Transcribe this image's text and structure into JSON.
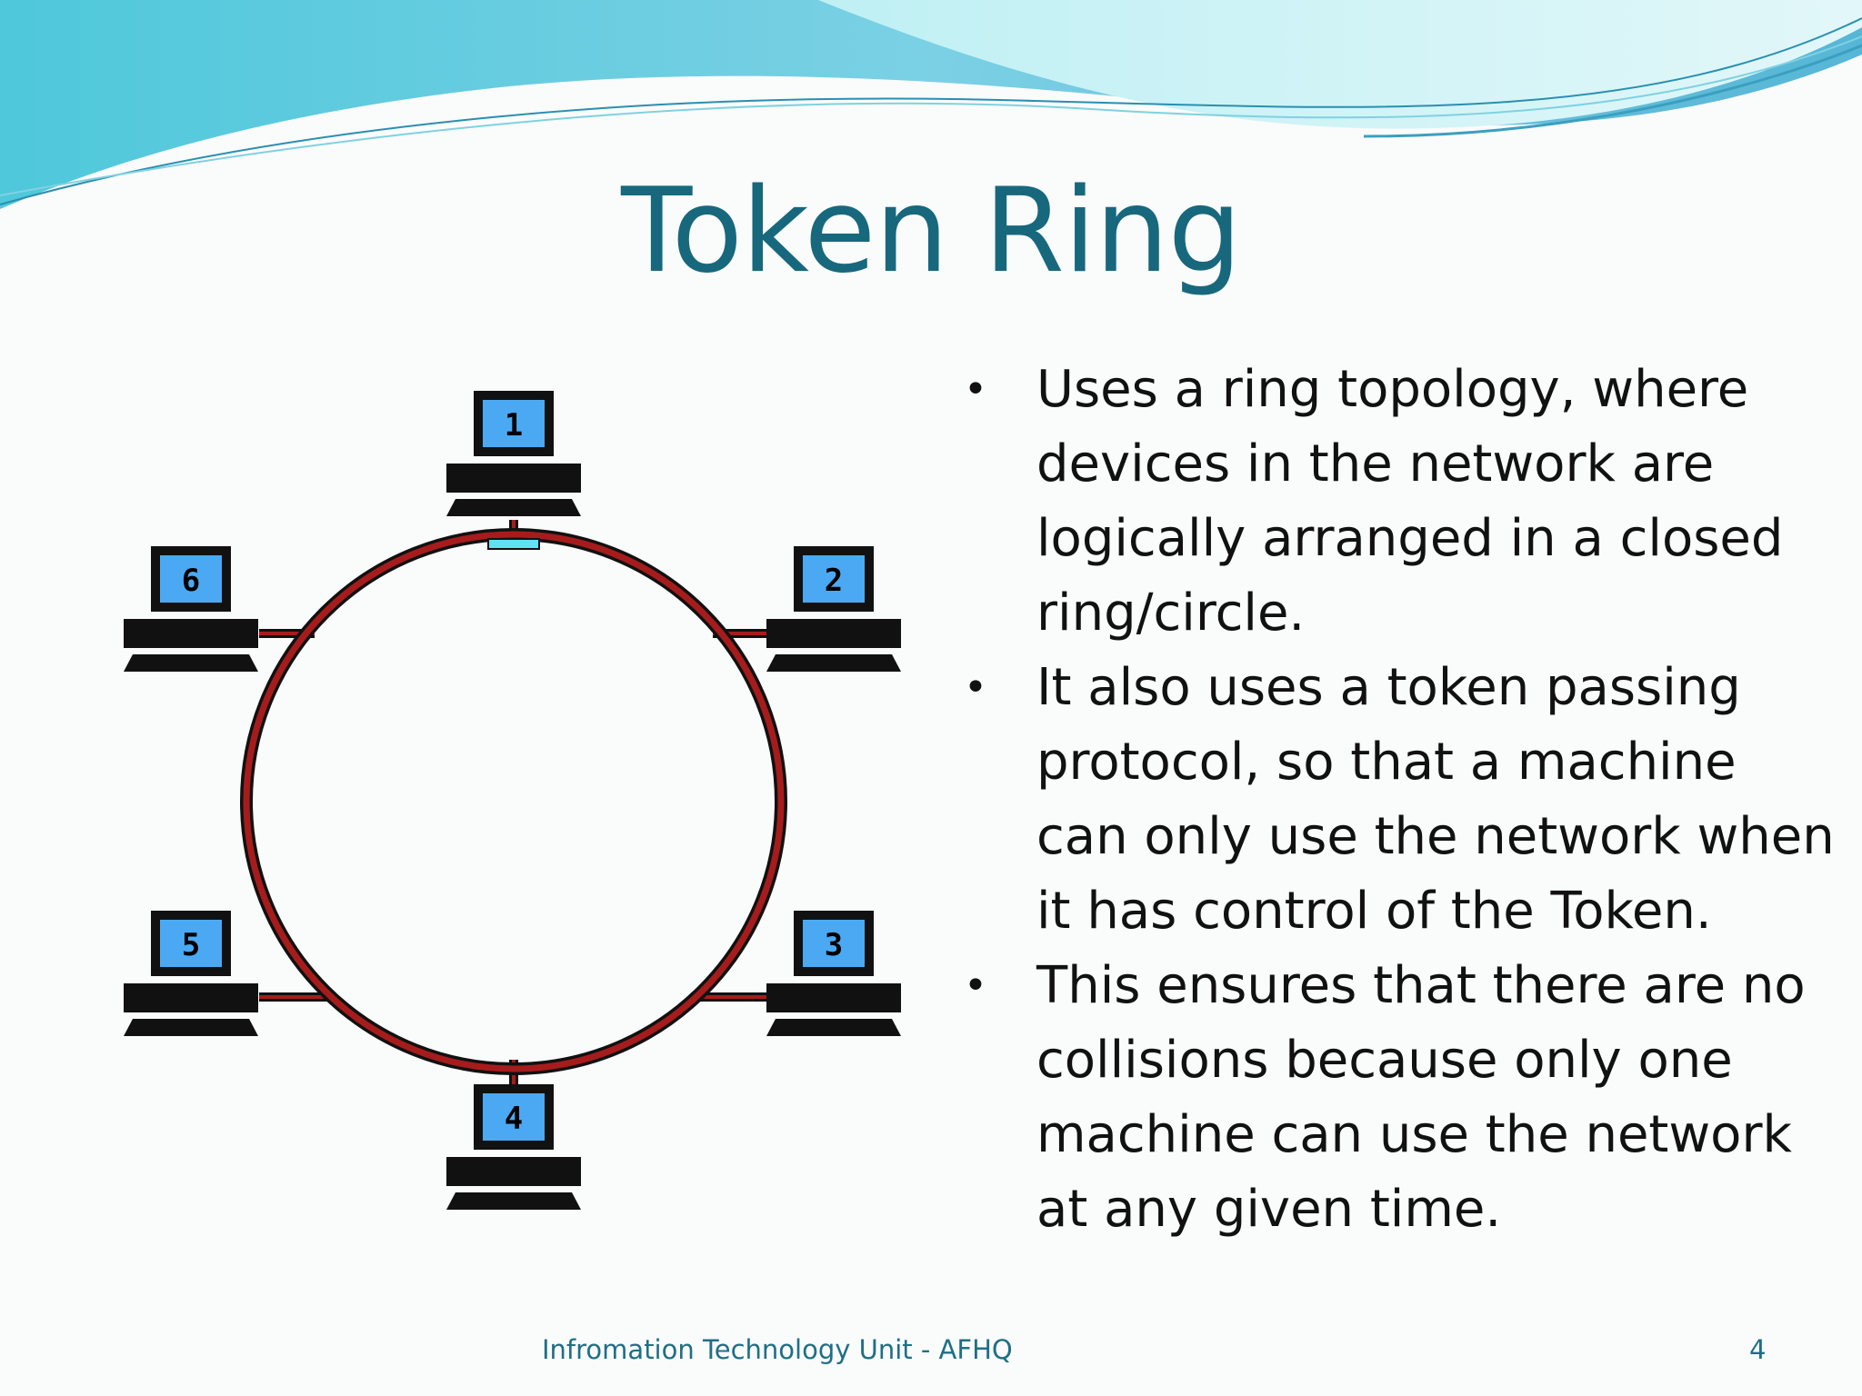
{
  "slide": {
    "title": "Token Ring",
    "bullets": [
      "Uses a ring topology, where devices in the network are logically arranged in a closed ring/circle.",
      "It also uses a token passing protocol, so that a machine can only use the network when it has control of the Token.",
      "This ensures that there are no collisions because only one machine can use the network at any given time."
    ],
    "footer": "Infromation Technology Unit - AFHQ",
    "page_number": "4"
  },
  "diagram": {
    "nodes": [
      {
        "label": "1",
        "icon": "computer-icon"
      },
      {
        "label": "2",
        "icon": "computer-icon"
      },
      {
        "label": "3",
        "icon": "computer-icon"
      },
      {
        "label": "4",
        "icon": "computer-icon"
      },
      {
        "label": "5",
        "icon": "computer-icon"
      },
      {
        "label": "6",
        "icon": "computer-icon"
      }
    ]
  },
  "colors": {
    "title": "#17687d",
    "ring": "#a61c1c",
    "screen": "#4aa9f2",
    "token": "#5fe3f0",
    "wave_dark": "#56bcd6",
    "wave_light": "#a9e6ef"
  }
}
